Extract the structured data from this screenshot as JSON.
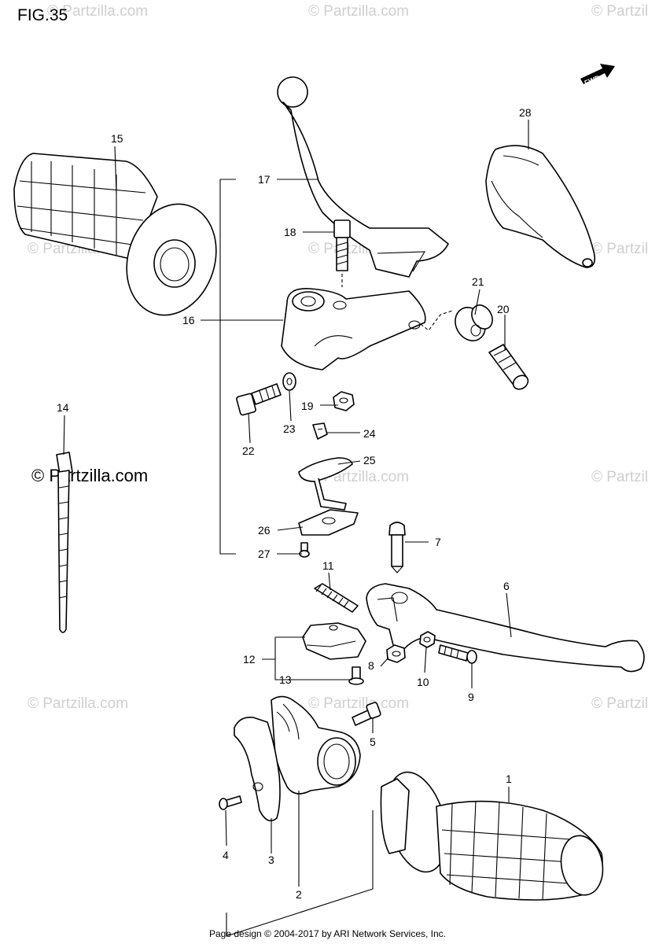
{
  "figure": {
    "title": "FIG.35"
  },
  "direction_badge": {
    "label": "FWD"
  },
  "watermark": {
    "text": "© Partzilla.com"
  },
  "footer": {
    "text": "Page design © 2004-2017 by ARI Network Services, Inc."
  },
  "callouts": {
    "c1": "1",
    "c2": "2",
    "c3": "3",
    "c4": "4",
    "c5": "5",
    "c6": "6",
    "c7": "7",
    "c8": "8",
    "c9": "9",
    "c10": "10",
    "c11": "11",
    "c12": "12",
    "c13": "13",
    "c14": "14",
    "c15": "15",
    "c16": "16",
    "c17": "17",
    "c18": "18",
    "c19": "19",
    "c20": "20",
    "c21": "21",
    "c22": "22",
    "c23": "23",
    "c24": "24",
    "c25": "25",
    "c26": "26",
    "c27": "27",
    "c28": "28"
  },
  "colors": {
    "line": "#000000",
    "watermark": "#cfcfcf",
    "background": "#ffffff"
  }
}
